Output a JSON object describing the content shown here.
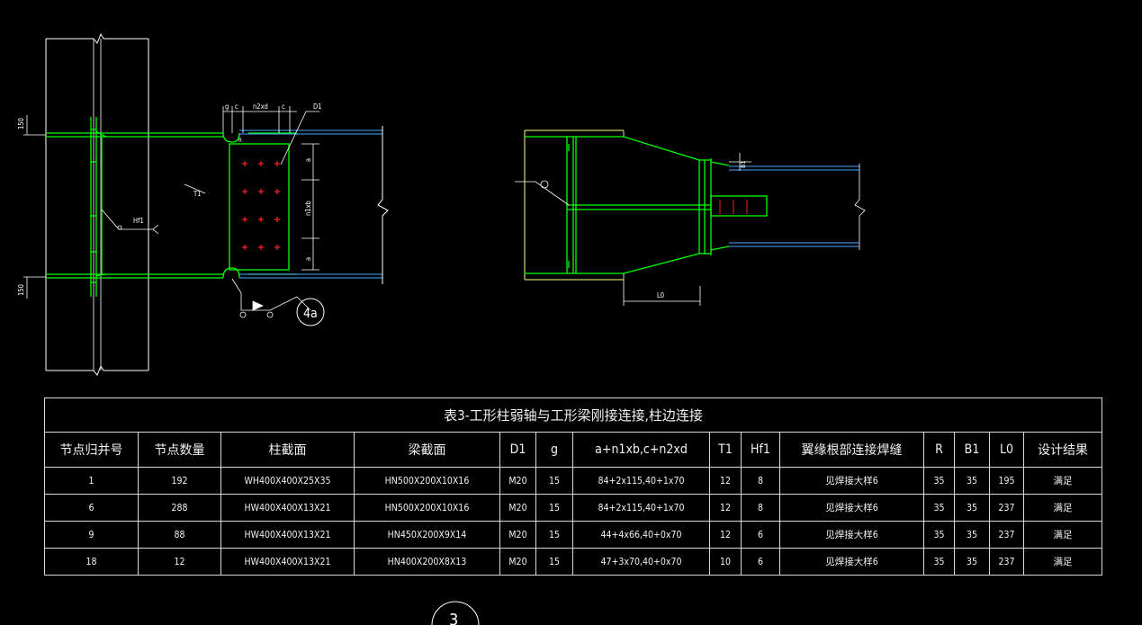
{
  "drawing": {
    "left_labels": {
      "top_dim": "150",
      "bottom_dim": "150",
      "t1": "T1",
      "hf1": "Hf1",
      "d1": "D1",
      "a_top": "a",
      "a_bottom": "a",
      "n1xb": "n1xb",
      "g": "g",
      "c1": "c",
      "n2xd": "n2xd",
      "c2": "c",
      "r": "R",
      "callout": "4a"
    },
    "right_labels": {
      "b1": "B1",
      "l0": "L0"
    },
    "bottom_callout": "3"
  },
  "table": {
    "title": "表3-工形柱弱轴与工形梁刚接连接,柱边连接",
    "columns": [
      "节点归并号",
      "节点数量",
      "柱截面",
      "梁截面",
      "D1",
      "g",
      "a+n1xb,c+n2xd",
      "T1",
      "Hf1",
      "翼缘根部连接焊缝",
      "R",
      "B1",
      "L0",
      "设计结果"
    ],
    "rows": [
      [
        "1",
        "192",
        "WH400X400X25X35",
        "HN500X200X10X16",
        "M20",
        "15",
        "84+2x115,40+1x70",
        "12",
        "8",
        "见焊接大样6",
        "35",
        "35",
        "195",
        "满足"
      ],
      [
        "6",
        "288",
        "HW400X400X13X21",
        "HN500X200X10X16",
        "M20",
        "15",
        "84+2x115,40+1x70",
        "12",
        "8",
        "见焊接大样6",
        "35",
        "35",
        "237",
        "满足"
      ],
      [
        "9",
        "88",
        "HW400X400X13X21",
        "HN450X200X9X14",
        "M20",
        "15",
        "44+4x66,40+0x70",
        "12",
        "6",
        "见焊接大样6",
        "35",
        "35",
        "237",
        "满足"
      ],
      [
        "18",
        "12",
        "HW400X400X13X21",
        "HN400X200X8X13",
        "M20",
        "15",
        "47+3x70,40+0x70",
        "10",
        "6",
        "见焊接大样6",
        "35",
        "35",
        "237",
        "满足"
      ]
    ]
  },
  "colors": {
    "background": "#000000",
    "outline": "#ffffff",
    "member": "#00ff00",
    "beam_line": "#4aa8ff",
    "bolt": "#ff2020",
    "plate": "#ffff80"
  }
}
